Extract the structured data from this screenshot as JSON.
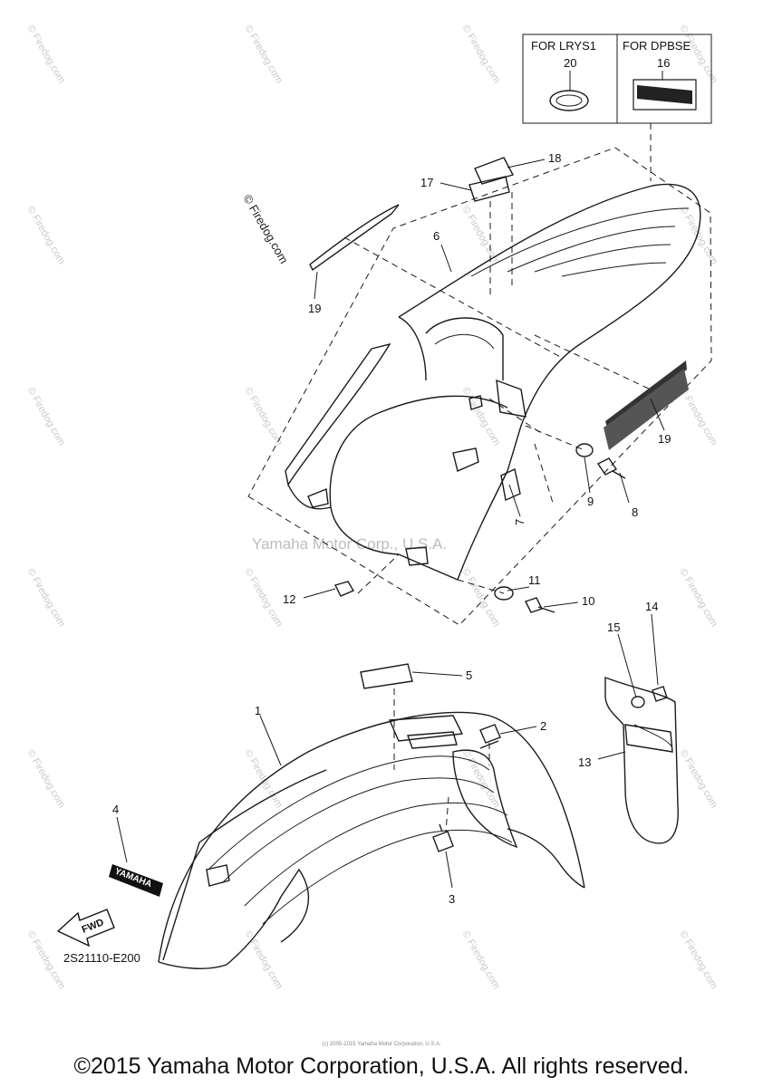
{
  "option_box": {
    "left_label": "FOR LRYS1",
    "left_part": "20",
    "right_label": "FOR DPBSE",
    "right_part": "16"
  },
  "callouts": {
    "c1": "1",
    "c2": "2",
    "c3": "3",
    "c4": "4",
    "c5": "5",
    "c6": "6",
    "c7": "7",
    "c8": "8",
    "c9": "9",
    "c10": "10",
    "c11": "11",
    "c12": "12",
    "c13": "13",
    "c14": "14",
    "c15": "15",
    "c16": "16",
    "c17": "17",
    "c18": "18",
    "c19a": "19",
    "c19b": "19"
  },
  "decals": {
    "yamaha_text": "YAMAHA",
    "fwd_text": "FWD"
  },
  "diagram_code": "2S21110-E200",
  "watermark": {
    "center_text": "Yamaha Motor Corp., U.S.A.",
    "side_text": "© Firedog.com",
    "tile_text": "© Firedog.com"
  },
  "footer": {
    "mini_text": "(c) 2005-2015 Yamaha Motor Corporation, U.S.A.",
    "copyright": "©2015 Yamaha Motor Corporation, U.S.A. All rights reserved."
  }
}
